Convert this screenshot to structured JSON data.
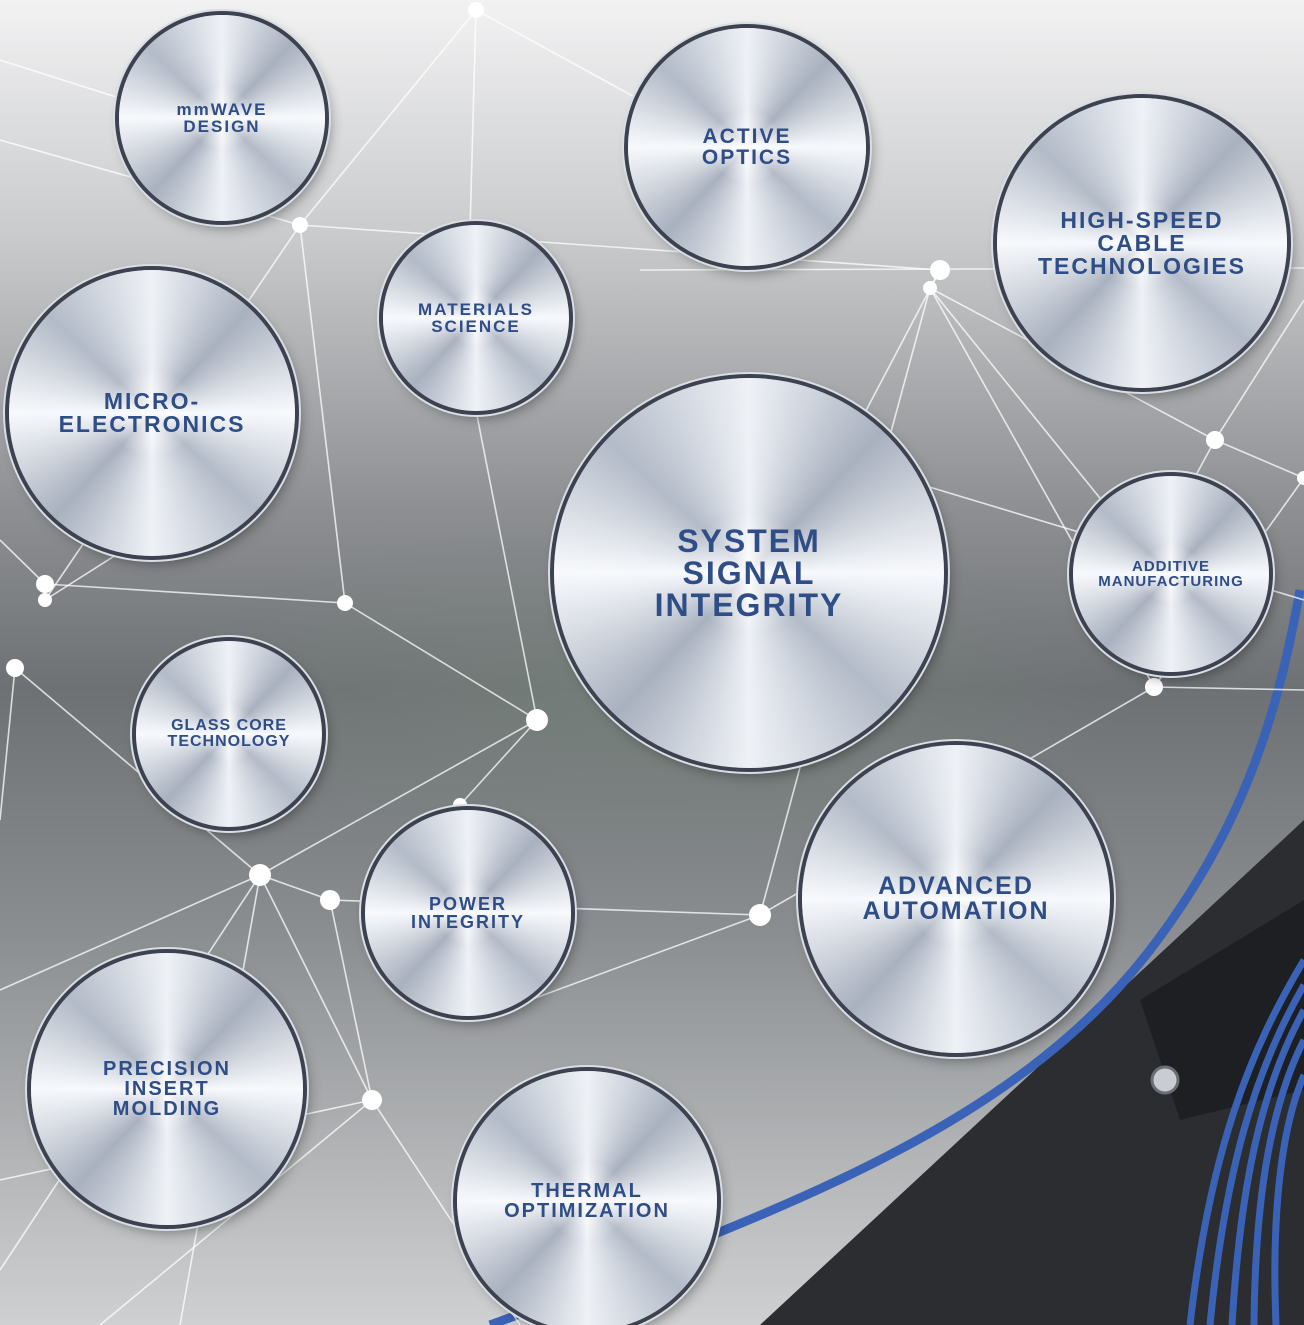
{
  "nodes": [
    {
      "key": "mmwave",
      "label": "mmWAVE\nDESIGN"
    },
    {
      "key": "active-optics",
      "label": "ACTIVE\nOPTICS"
    },
    {
      "key": "high-speed-cable",
      "label": "HIGH-SPEED\nCABLE\nTECHNOLOGIES"
    },
    {
      "key": "materials-science",
      "label": "MATERIALS\nSCIENCE"
    },
    {
      "key": "micro-electronics",
      "label": "MICRO-\nELECTRONICS"
    },
    {
      "key": "system-signal-integrity",
      "label": "SYSTEM\nSIGNAL\nINTEGRITY"
    },
    {
      "key": "additive-manufacturing",
      "label": "ADDITIVE\nMANUFACTURING"
    },
    {
      "key": "glass-core",
      "label": "GLASS CORE\nTECHNOLOGY"
    },
    {
      "key": "advanced-automation",
      "label": "ADVANCED\nAUTOMATION"
    },
    {
      "key": "power-integrity",
      "label": "POWER\nINTEGRITY"
    },
    {
      "key": "precision-insert-molding",
      "label": "PRECISION\nINSERT\nMOLDING"
    },
    {
      "key": "thermal-optimization",
      "label": "THERMAL\nOPTIMIZATION"
    }
  ],
  "colors": {
    "label": "#2f4d86",
    "rim": "#3d4250",
    "cable": "#3a63b8"
  }
}
